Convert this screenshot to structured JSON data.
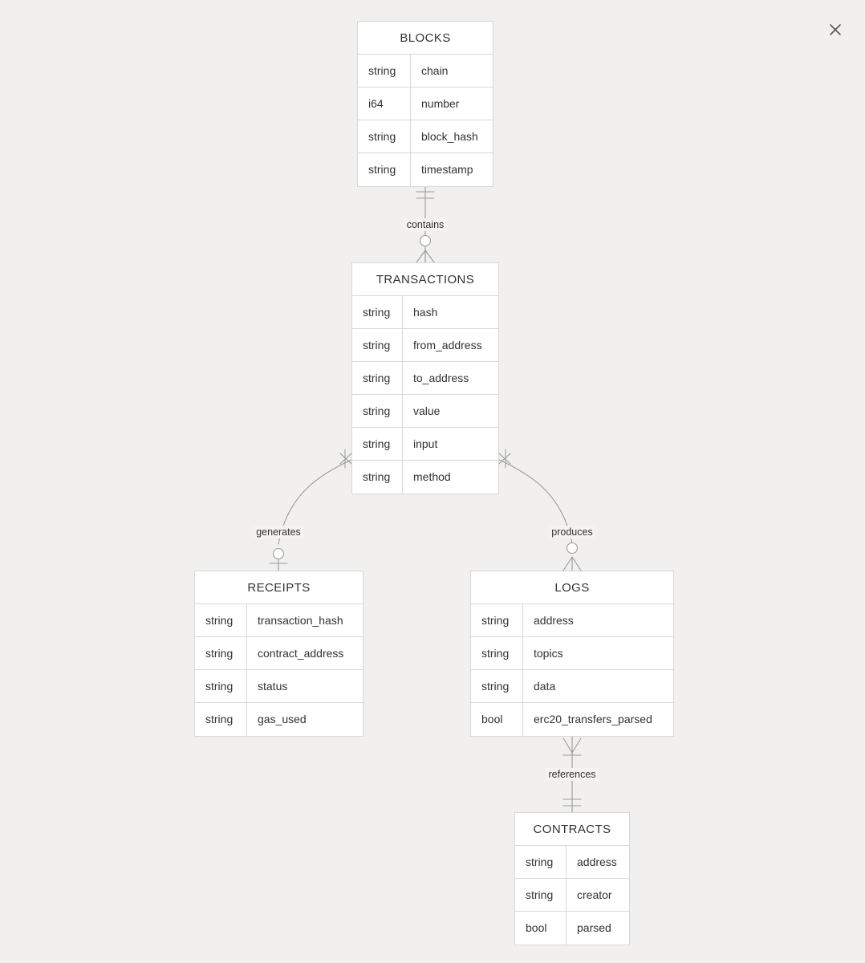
{
  "diagram": {
    "type": "entity-relationship",
    "background_color": "#f1f0ee",
    "entity_border_color": "#d8d8d8",
    "entity_fill_color": "#ffffff",
    "connector_color": "#9a9a9a",
    "entities": [
      {
        "id": "blocks",
        "title": "BLOCKS",
        "attributes": [
          {
            "type": "string",
            "name": "chain"
          },
          {
            "type": "i64",
            "name": "number"
          },
          {
            "type": "string",
            "name": "block_hash"
          },
          {
            "type": "string",
            "name": "timestamp"
          }
        ]
      },
      {
        "id": "transactions",
        "title": "TRANSACTIONS",
        "attributes": [
          {
            "type": "string",
            "name": "hash"
          },
          {
            "type": "string",
            "name": "from_address"
          },
          {
            "type": "string",
            "name": "to_address"
          },
          {
            "type": "string",
            "name": "value"
          },
          {
            "type": "string",
            "name": "input"
          },
          {
            "type": "string",
            "name": "method"
          }
        ]
      },
      {
        "id": "receipts",
        "title": "RECEIPTS",
        "attributes": [
          {
            "type": "string",
            "name": "transaction_hash"
          },
          {
            "type": "string",
            "name": "contract_address"
          },
          {
            "type": "string",
            "name": "status"
          },
          {
            "type": "string",
            "name": "gas_used"
          }
        ]
      },
      {
        "id": "logs",
        "title": "LOGS",
        "attributes": [
          {
            "type": "string",
            "name": "address"
          },
          {
            "type": "string",
            "name": "topics"
          },
          {
            "type": "string",
            "name": "data"
          },
          {
            "type": "bool",
            "name": "erc20_transfers_parsed"
          }
        ]
      },
      {
        "id": "contracts",
        "title": "CONTRACTS",
        "attributes": [
          {
            "type": "string",
            "name": "address"
          },
          {
            "type": "string",
            "name": "creator"
          },
          {
            "type": "bool",
            "name": "parsed"
          }
        ]
      }
    ],
    "relationships": [
      {
        "id": "contains",
        "label": "contains",
        "from": "blocks",
        "to": "transactions",
        "from_cardinality": "exactly-one",
        "to_cardinality": "zero-or-many"
      },
      {
        "id": "generates",
        "label": "generates",
        "from": "transactions",
        "to": "receipts",
        "from_cardinality": "many",
        "to_cardinality": "zero-or-one"
      },
      {
        "id": "produces",
        "label": "produces",
        "from": "transactions",
        "to": "logs",
        "from_cardinality": "many",
        "to_cardinality": "zero-or-many"
      },
      {
        "id": "references",
        "label": "references",
        "from": "logs",
        "to": "contracts",
        "from_cardinality": "one-or-many",
        "to_cardinality": "exactly-one"
      }
    ]
  },
  "toolbar": {
    "close_icon": "close-icon"
  }
}
